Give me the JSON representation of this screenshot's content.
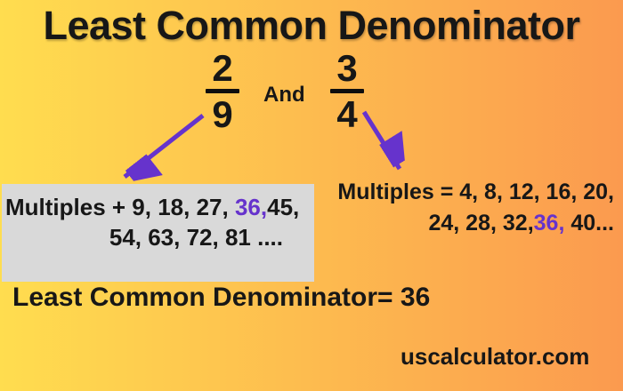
{
  "title": "Least Common Denominator",
  "colors": {
    "bg_left": "#FFDD4F",
    "bg_right": "#FB9A4F",
    "purple": "#6633CC",
    "gray_box": "#D9D9D9",
    "ink": "#171717"
  },
  "fractions": {
    "left": {
      "numerator": "2",
      "denominator": "9"
    },
    "connector": "And",
    "right": {
      "numerator": "3",
      "denominator": "4"
    }
  },
  "multiples_left": {
    "line1_prefix": "Multiples + 9, 18, 27, ",
    "line1_highlight": "36,",
    "line1_suffix": "45,",
    "line2": "54, 63, 72, 81 ...."
  },
  "multiples_right": {
    "line1": "Multiples = 4, 8, 12, 16, 20,",
    "line2_prefix": "24, 28, 32,",
    "line2_highlight": "36,",
    "line2_suffix": " 40..."
  },
  "result": "Least Common Denominator= 36",
  "watermark": "uscalculator.com"
}
